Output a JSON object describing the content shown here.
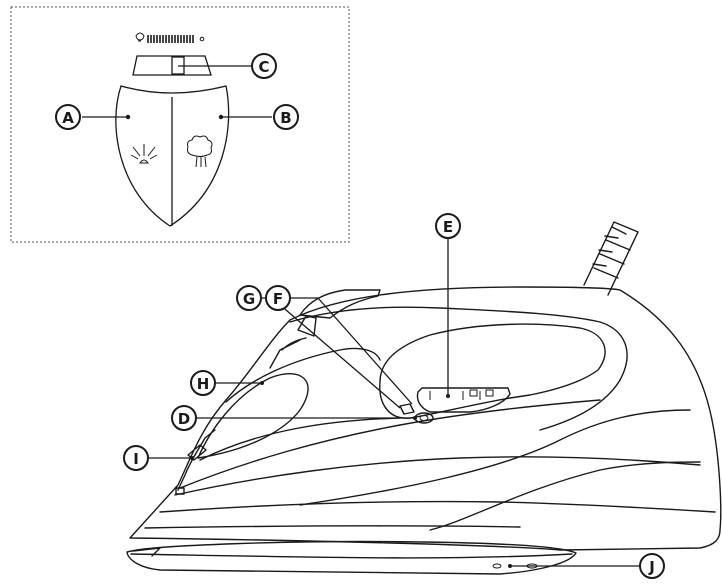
{
  "diagram": {
    "callouts": {
      "A": "A",
      "B": "B",
      "C": "C",
      "D": "D",
      "E": "E",
      "F": "F",
      "G": "G",
      "H": "H",
      "I": "I",
      "J": "J"
    },
    "icons": {
      "spray": "spray-icon",
      "steam_burst": "steam-burst-icon",
      "steam_level": "steam-level-icon"
    },
    "colors": {
      "line": "#1a1a1a",
      "background": "#ffffff"
    }
  }
}
